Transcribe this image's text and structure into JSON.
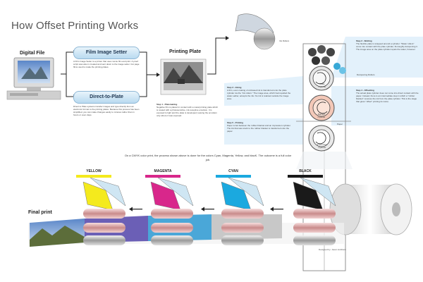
{
  "title": "How Offset Printing Works",
  "digital_file": {
    "label": "Digital File"
  },
  "film_image_setter": {
    "label": "Film Image Setter",
    "desc": "A Film Image Setter is a printer that uses movie film and print. A proof script was also in created and sent down to the image setter. Cut page films used to make the printing plates."
  },
  "direct_to_plate": {
    "label": "Direct-to-Plate",
    "desc": "Direct to Plate systems transfer images and type directly from an electronic format to the printing plates. Because this process has been simplified, you can make changes easily to minutes rather than in hours or even days."
  },
  "printing_plate": {
    "label": "Printing Plate"
  },
  "steps": {
    "platemaking": {
      "title": "Step 1 - Platemaking",
      "desc": "Negative film is placed in contact with a metal printing plate which is coated with a photosensitive, ink-receptive emulsion. It is exposed to light and the plate is developed, leaving the emulsion only where it was exposed."
    },
    "inking": {
      "title": "Step 3 - Inking",
      "desc": "A thin, even coating of oil-based ink is transferred onto the plate cylinder via the \"ink rollers.\" The image area, which had repelled the water earlier, accepts the ink. No ink is retained outside the image area."
    },
    "printing": {
      "title": "Step 5 - Printing",
      "desc": "Paper is fed between the rubber blanket and an impression cylinder. The ink that was stuck to the rubber blanket is transferred onto the paper."
    },
    "wetting": {
      "title": "Step 2 - Wetting",
      "desc": "The flexible plate is wrapped around a cylinder. \"Water rollers\" come into contact with the plate cylinder, thoroughly dampening it. The image area on the plate cylinder repels the water, however."
    },
    "offsetting": {
      "title": "Step 4 - Offsetting",
      "desc": "The actual plate cylinder does not come into direct contact with the paper. Instead, there is an intermediate step in which a \"rubber blanket\" receives the ink from the plate cylinder. This is the stage that gives \"offset\" printing its name."
    }
  },
  "press_labels": {
    "ink_rollers": "Ink Rollers",
    "dampening_rollers": "Dampening Rollers",
    "plate_cylinder": "Plate Cylinder",
    "blanket_cylinder": "Blanket Cylinder",
    "paper": "Paper",
    "impression_cylinder": "Impression Cylinder"
  },
  "cmyk_note": "On a CMYK color print, the process shown above is done for the colors Cyan, Magenta, Yellow, and blacK. The outcome is a full color job.",
  "colors": [
    {
      "label": "YELLOW",
      "hex": "#f4ea1d"
    },
    {
      "label": "MAGENTA",
      "hex": "#d8278b"
    },
    {
      "label": "CYAN",
      "hex": "#1ba9df"
    },
    {
      "label": "BLACK",
      "hex": "#1a1a1a"
    }
  ],
  "final_print": {
    "label": "Final print"
  },
  "credit": "Designed by: Jason Hubbard",
  "accent_colors": {
    "box_blue": "#b9daf0",
    "panel_blue": "#dceefa",
    "arrow": "#222222",
    "roller_pink": "#e8b8b8"
  }
}
